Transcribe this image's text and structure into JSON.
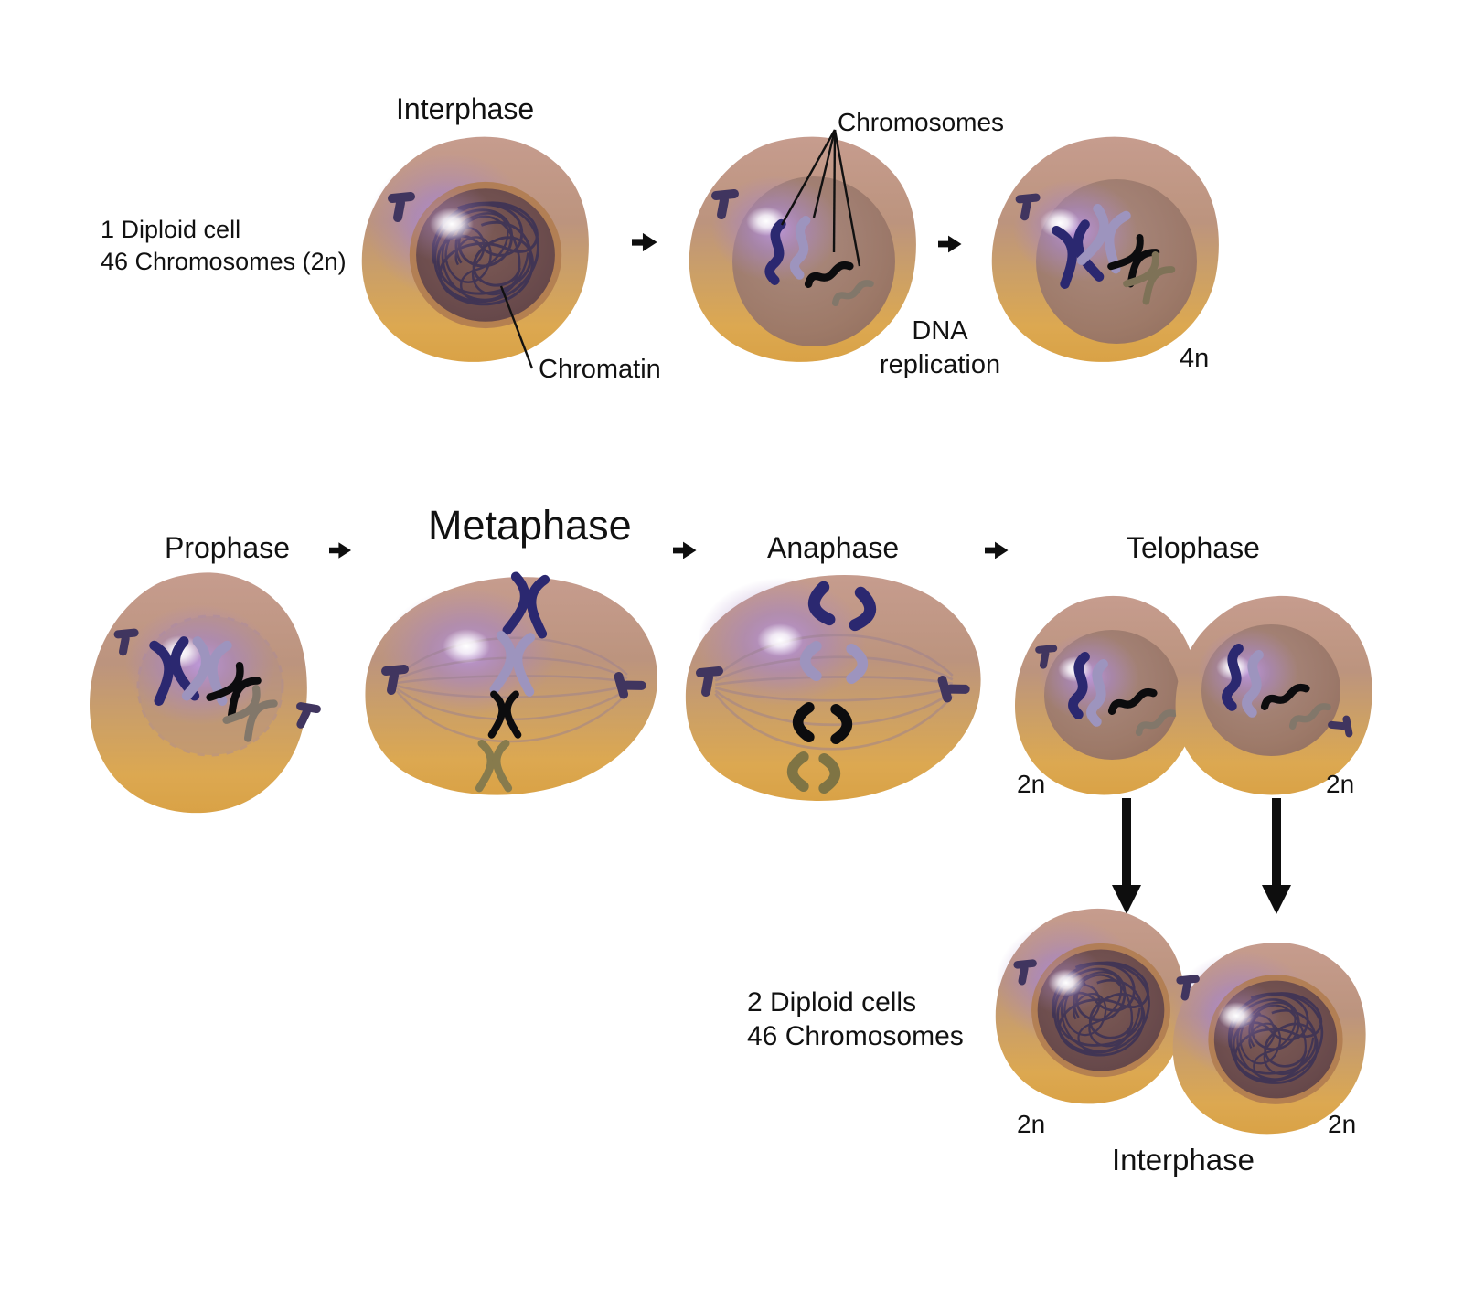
{
  "top_row": {
    "title": "Interphase",
    "note_line1": "1 Diploid cell",
    "note_line2": "46 Chromosomes (2n)",
    "chromosomes_label": "Chromosomes",
    "chromatin_label": "Chromatin",
    "dna_replication_line1": "DNA",
    "dna_replication_line2": "replication",
    "ploidy_after_replication": "4n"
  },
  "phase_row": {
    "prophase_title": "Prophase",
    "metaphase_title": "Metaphase",
    "anaphase_title": "Anaphase",
    "telophase_title": "Telophase",
    "telophase_ploidy_left": "2n",
    "telophase_ploidy_right": "2n"
  },
  "bottom_row": {
    "note_line1": "2 Diploid cells",
    "note_line2": "46 Chromosomes",
    "ploidy_left": "2n",
    "ploidy_right": "2n",
    "title": "Interphase"
  },
  "colors": {
    "cytoplasm_top": "#C59B8D",
    "cytoplasm_gold": "#E2AE4E",
    "nuclear_glow_purple": "#A886C6",
    "nucleus_dark": "#6E4E4E",
    "nucleus_light": "#9A7769",
    "chromosome_navy": "#2B2870",
    "chromosome_lavender": "#9D94BE",
    "chromosome_black": "#0C0C0E",
    "chromosome_olive": "#82776A",
    "chromosome_olive_green": "#877B4D",
    "centrosome": "#40355F",
    "spindle_fiber": "#9C8190",
    "text": "#111111"
  }
}
